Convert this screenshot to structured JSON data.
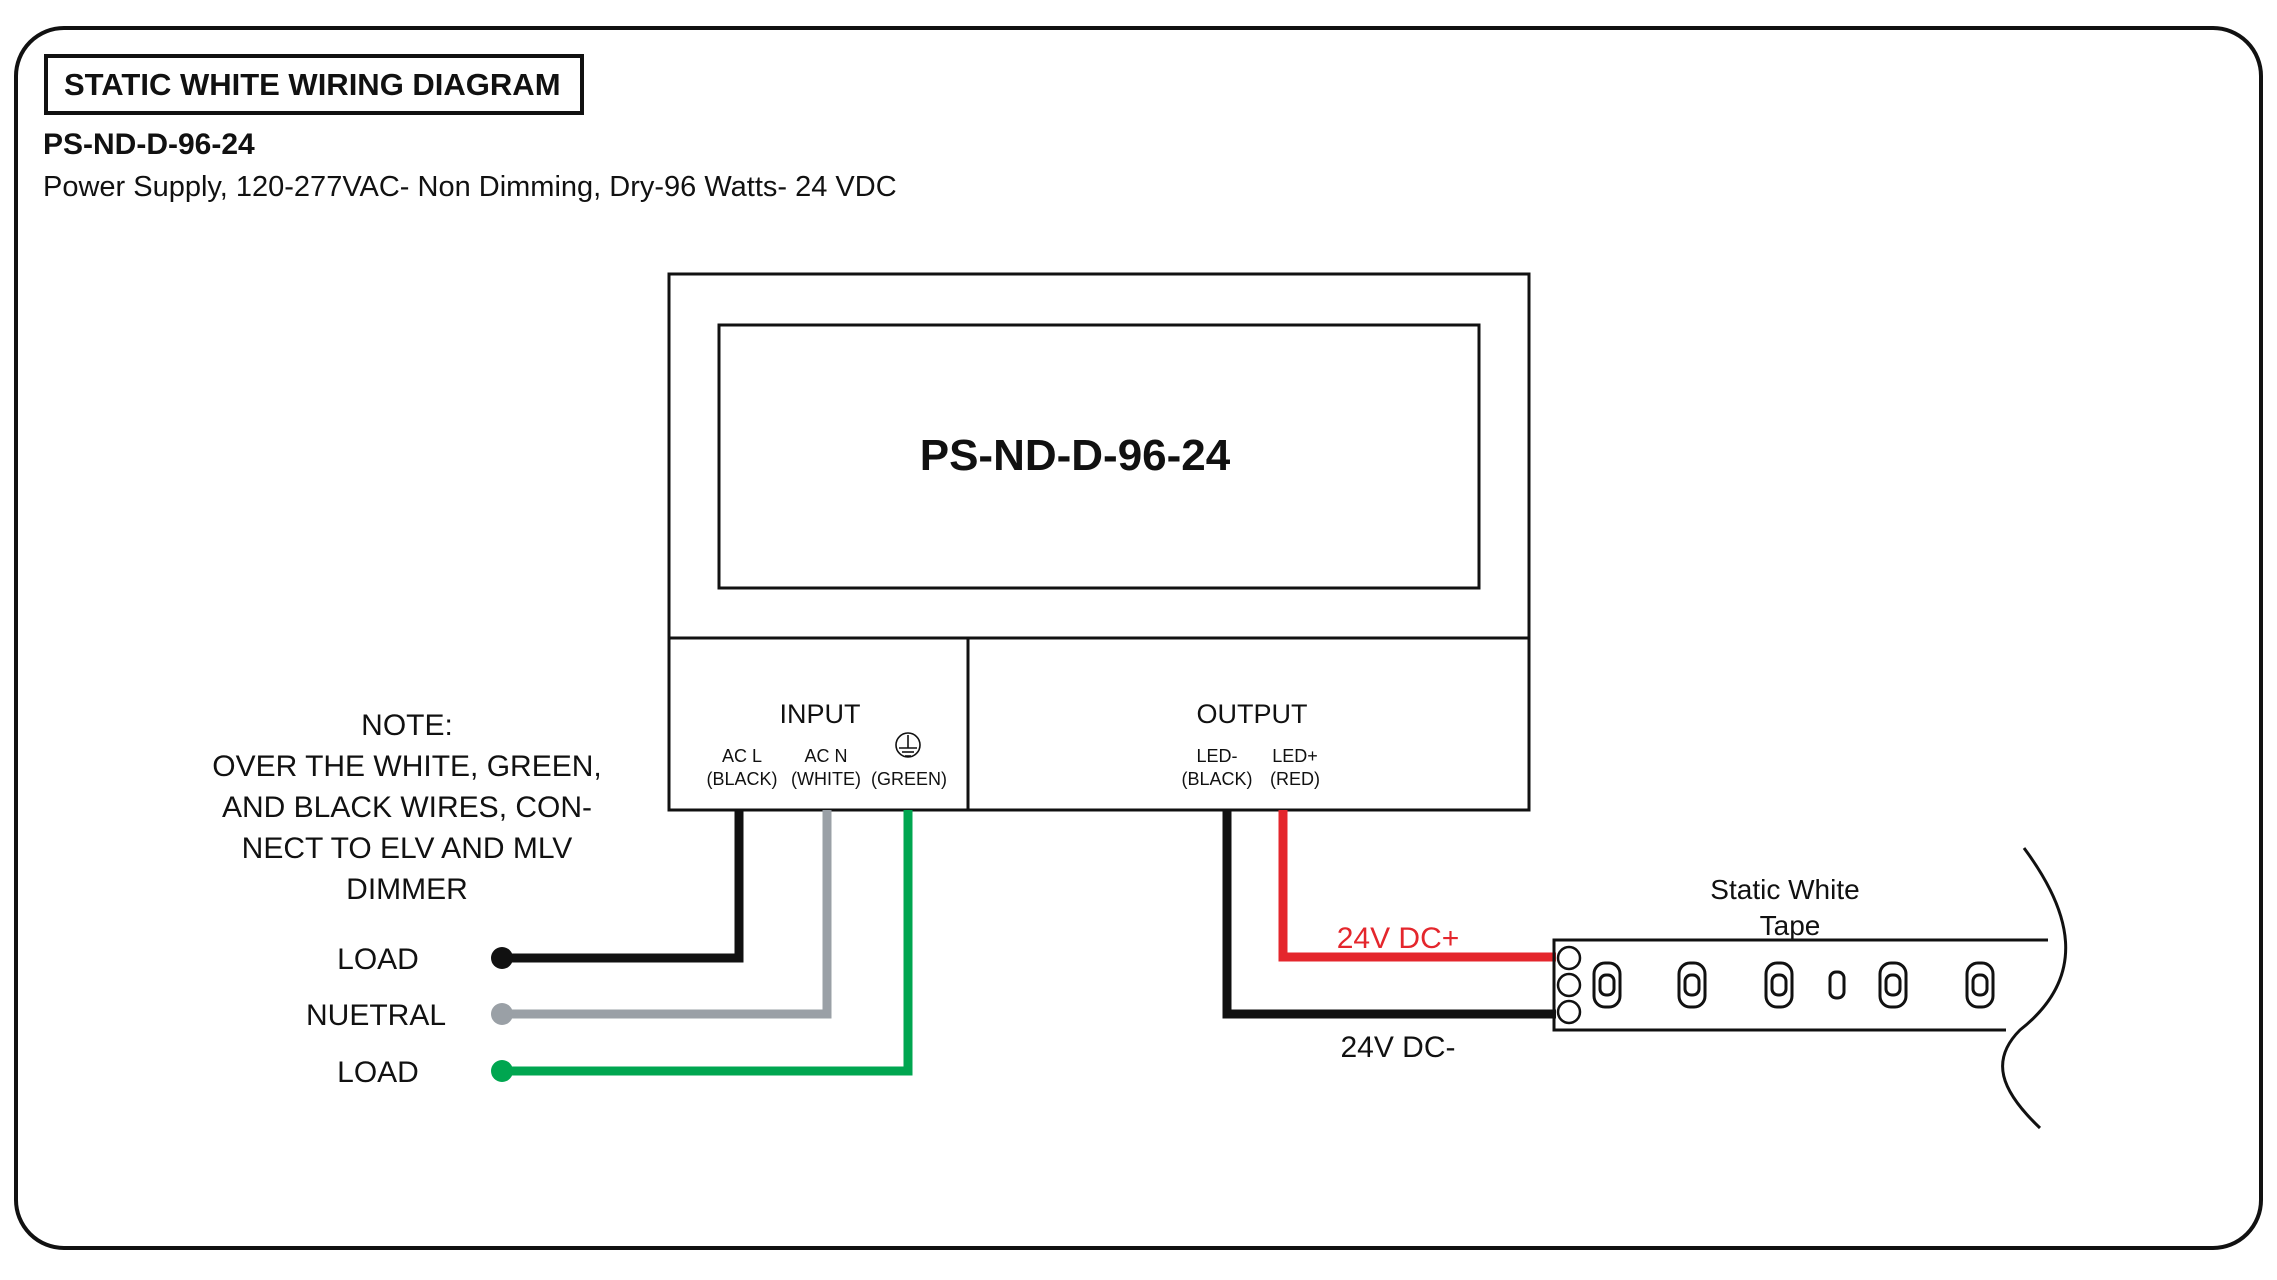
{
  "header": {
    "title": "STATIC WHITE WIRING DIAGRAM",
    "model": "PS-ND-D-96-24",
    "description": "Power Supply, 120-277VAC- Non Dimming, Dry-96 Watts- 24 VDC"
  },
  "power_supply": {
    "label": "PS-ND-D-96-24",
    "input": {
      "heading": "INPUT",
      "terminals": [
        {
          "name": "AC L",
          "color": "(BLACK)"
        },
        {
          "name": "AC N",
          "color": "(WHITE)"
        },
        {
          "name": "",
          "color": "(GREEN)",
          "icon": "ground-icon"
        }
      ]
    },
    "output": {
      "heading": "OUTPUT",
      "terminals": [
        {
          "name": "LED-",
          "color": "(BLACK)"
        },
        {
          "name": "LED+",
          "color": "(RED)"
        }
      ]
    }
  },
  "note": {
    "lines": [
      "NOTE:",
      "OVER THE WHITE, GREEN,",
      "AND BLACK WIRES, CON-",
      "NECT TO ELV AND MLV",
      "DIMMER"
    ]
  },
  "connections": {
    "load_1": "LOAD",
    "neutral": "NUETRAL",
    "load_2": "LOAD"
  },
  "output_labels": {
    "positive": "24V DC+",
    "negative": "24V DC-"
  },
  "tape": {
    "label_line1": "Static White",
    "label_line2": "Tape"
  },
  "colors": {
    "black_wire": "#111111",
    "white_wire": "#9aa0a6",
    "green_wire": "#00a650",
    "red_wire": "#e4262c"
  }
}
